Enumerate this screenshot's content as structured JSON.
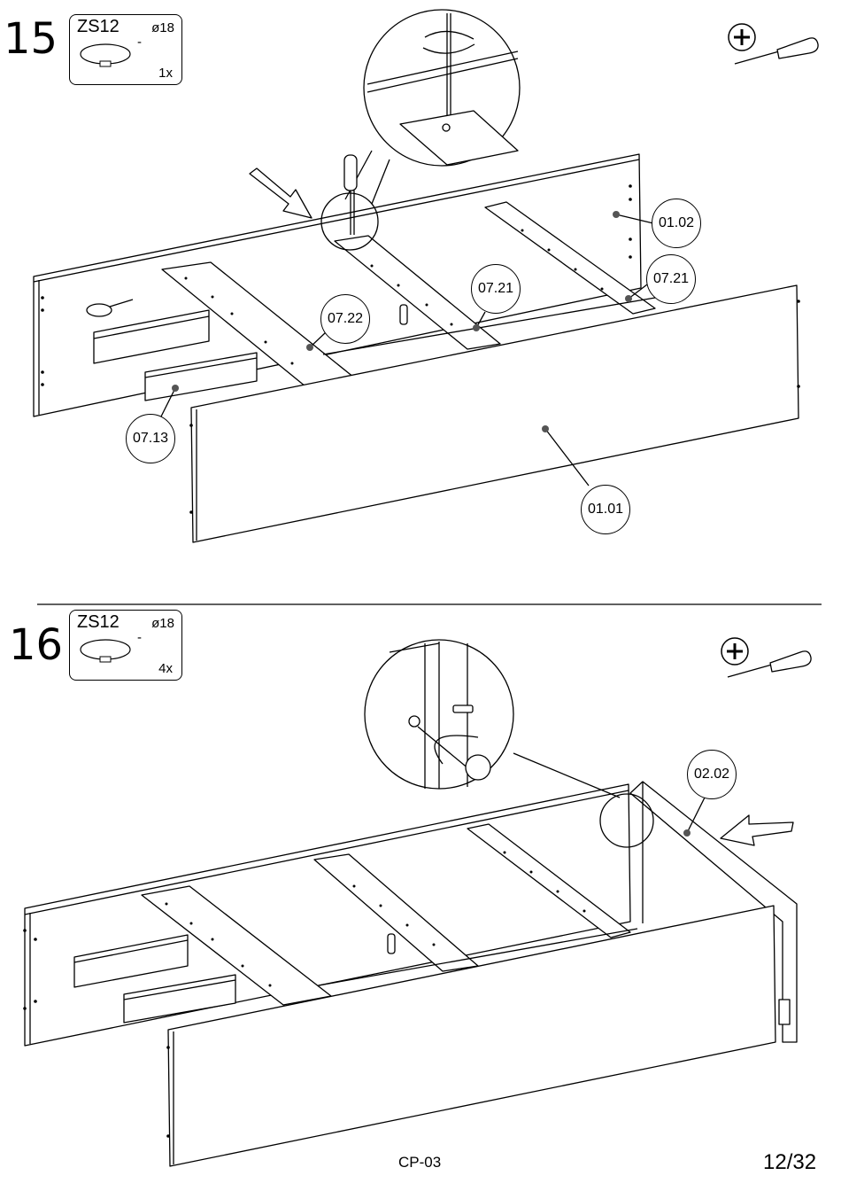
{
  "steps": [
    {
      "number": "15",
      "part": {
        "code": "ZS12",
        "diameter": "ø18",
        "dash": "-",
        "qty": "1x"
      },
      "tool": "screwdriver-icon",
      "callouts": [
        "01.02",
        "07.21",
        "07.21",
        "07.22",
        "07.13",
        "01.01"
      ]
    },
    {
      "number": "16",
      "part": {
        "code": "ZS12",
        "diameter": "ø18",
        "dash": "-",
        "qty": "4x"
      },
      "tool": "screwdriver-icon",
      "callouts": [
        "02.02"
      ]
    }
  ],
  "footer": {
    "model": "CP-03",
    "page": "12/32"
  }
}
